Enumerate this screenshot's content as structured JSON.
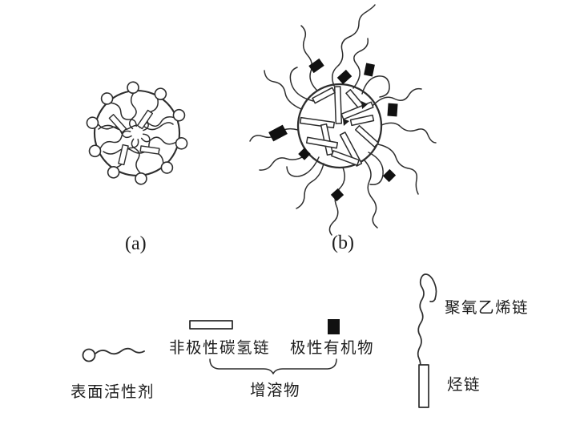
{
  "figure": {
    "panels": {
      "a_label": "(a)",
      "b_label": "(b)"
    },
    "legend": {
      "surfactant_label": "表面活性剂",
      "nonpolar_chain_label": "非极性碳氢链",
      "polar_organic_label": "极性有机物",
      "solubilizate_label": "增溶物",
      "polyoxyethylene_chain_label": "聚氧乙烯链",
      "hydrocarbon_chain_label": "烃链"
    },
    "icons": {
      "surfactant": "circle-head-with-wavy-tail",
      "nonpolar_chain": "white-outlined-rectangle",
      "polar_organic": "solid-black-rectangle",
      "polyoxyethylene_chain": "wavy-line",
      "hydrocarbon_chain": "white-vertical-rectangle"
    },
    "colors": {
      "background": "#ffffff",
      "line": "#2d2d2d",
      "polar_organic_fill": "#111111",
      "shape_fill": "#ffffff"
    }
  }
}
